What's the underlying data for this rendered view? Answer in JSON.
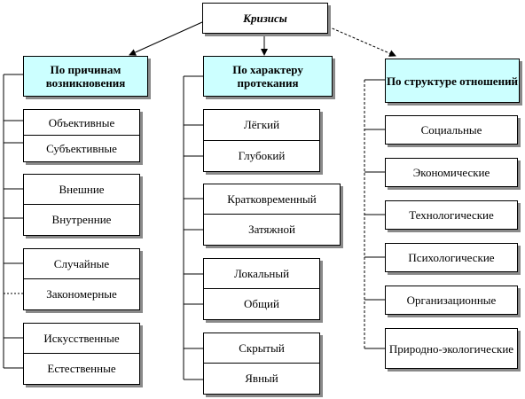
{
  "root": {
    "label": "Кризисы"
  },
  "columns": [
    {
      "heading": "По причинам возникновения",
      "groups": [
        [
          "Объективные",
          "Субъективные"
        ],
        [
          "Внешние",
          "Внутренние"
        ],
        [
          "Случайные",
          "Закономерные"
        ],
        [
          "Искусственные",
          "Естественные"
        ]
      ]
    },
    {
      "heading": "По характеру протекания",
      "groups": [
        [
          "Лёгкий",
          "Глубокий"
        ],
        [
          "Кратковременный",
          "Затяжной"
        ],
        [
          "Локальный",
          "Общий"
        ],
        [
          "Скрытый",
          "Явный"
        ]
      ]
    },
    {
      "heading": "По структуре отношений",
      "items": [
        "Социальные",
        "Экономические",
        "Технологические",
        "Психологические",
        "Организационные",
        "Природно-экологические"
      ]
    }
  ],
  "colors": {
    "heading_fill": "#ccffff",
    "shadow": "#8a8a8a"
  }
}
